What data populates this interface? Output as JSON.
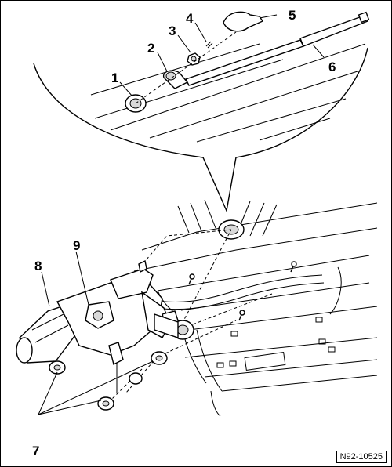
{
  "callouts": [
    {
      "id": "1",
      "text": "1"
    },
    {
      "id": "2",
      "text": "2"
    },
    {
      "id": "3",
      "text": "3"
    },
    {
      "id": "4",
      "text": "4"
    },
    {
      "id": "5",
      "text": "5"
    },
    {
      "id": "6",
      "text": "6"
    },
    {
      "id": "7",
      "text": "7"
    },
    {
      "id": "8",
      "text": "8"
    },
    {
      "id": "9",
      "text": "9"
    }
  ],
  "reference": "N92-10525"
}
